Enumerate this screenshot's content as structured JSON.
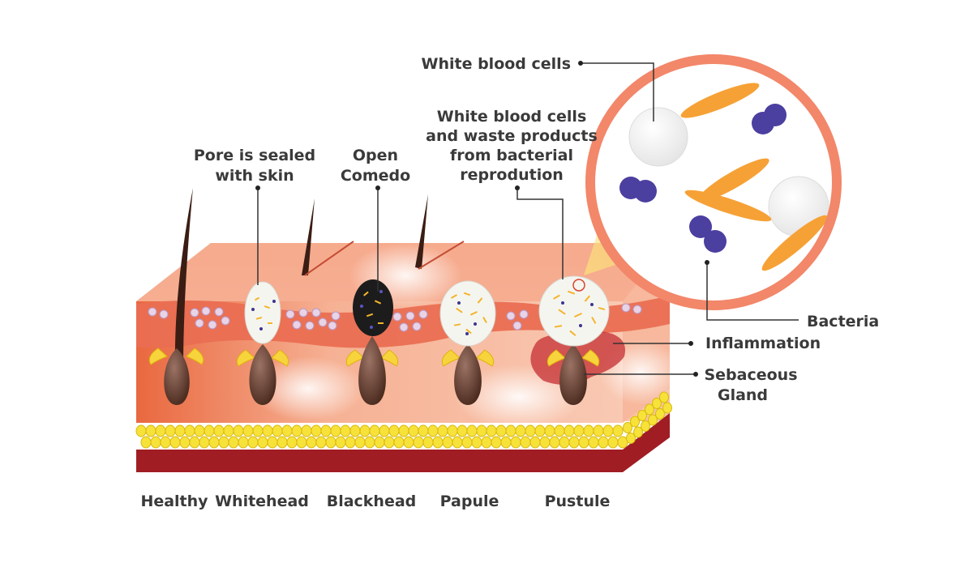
{
  "labels": {
    "stages": [
      "Healthy",
      "Whitehead",
      "Blackhead",
      "Papule",
      "Pustule"
    ],
    "pore_sealed": [
      "Pore is sealed",
      "with skin"
    ],
    "open_comedo": [
      "Open",
      "Comedo"
    ],
    "wbc_waste": [
      "White blood cells",
      "and waste products",
      "from bacterial",
      "reprodution"
    ],
    "white_blood_cells": "White blood cells",
    "bacteria": "Bacteria",
    "inflammation": "Inflammation",
    "sebaceous_gland": [
      "Sebaceous",
      "Gland"
    ]
  },
  "colors": {
    "skin_top": "#f08a5f",
    "skin_body": "#f4a88b",
    "dermis_band": "#e8674a",
    "fat_yellow": "#f7e23a",
    "fat_red": "#a01d24",
    "magnifier_ring": "#f2876a",
    "bacteria_orange": "#f6a136",
    "bacteria_blue": "#4b3fa0",
    "follicle_brown": "#6b4030",
    "blackhead": "#1c1c1c",
    "inflammation": "#c8373a"
  }
}
